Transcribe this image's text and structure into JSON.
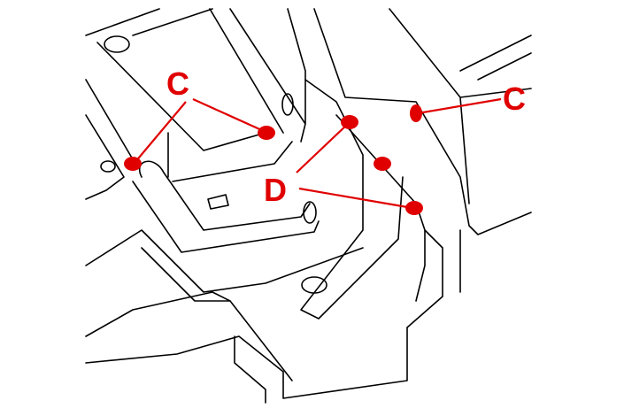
{
  "labels": {
    "c_left": "C",
    "c_right": "C",
    "d": "D"
  },
  "colors": {
    "callout": "#e00000",
    "line_art": "#000000"
  }
}
